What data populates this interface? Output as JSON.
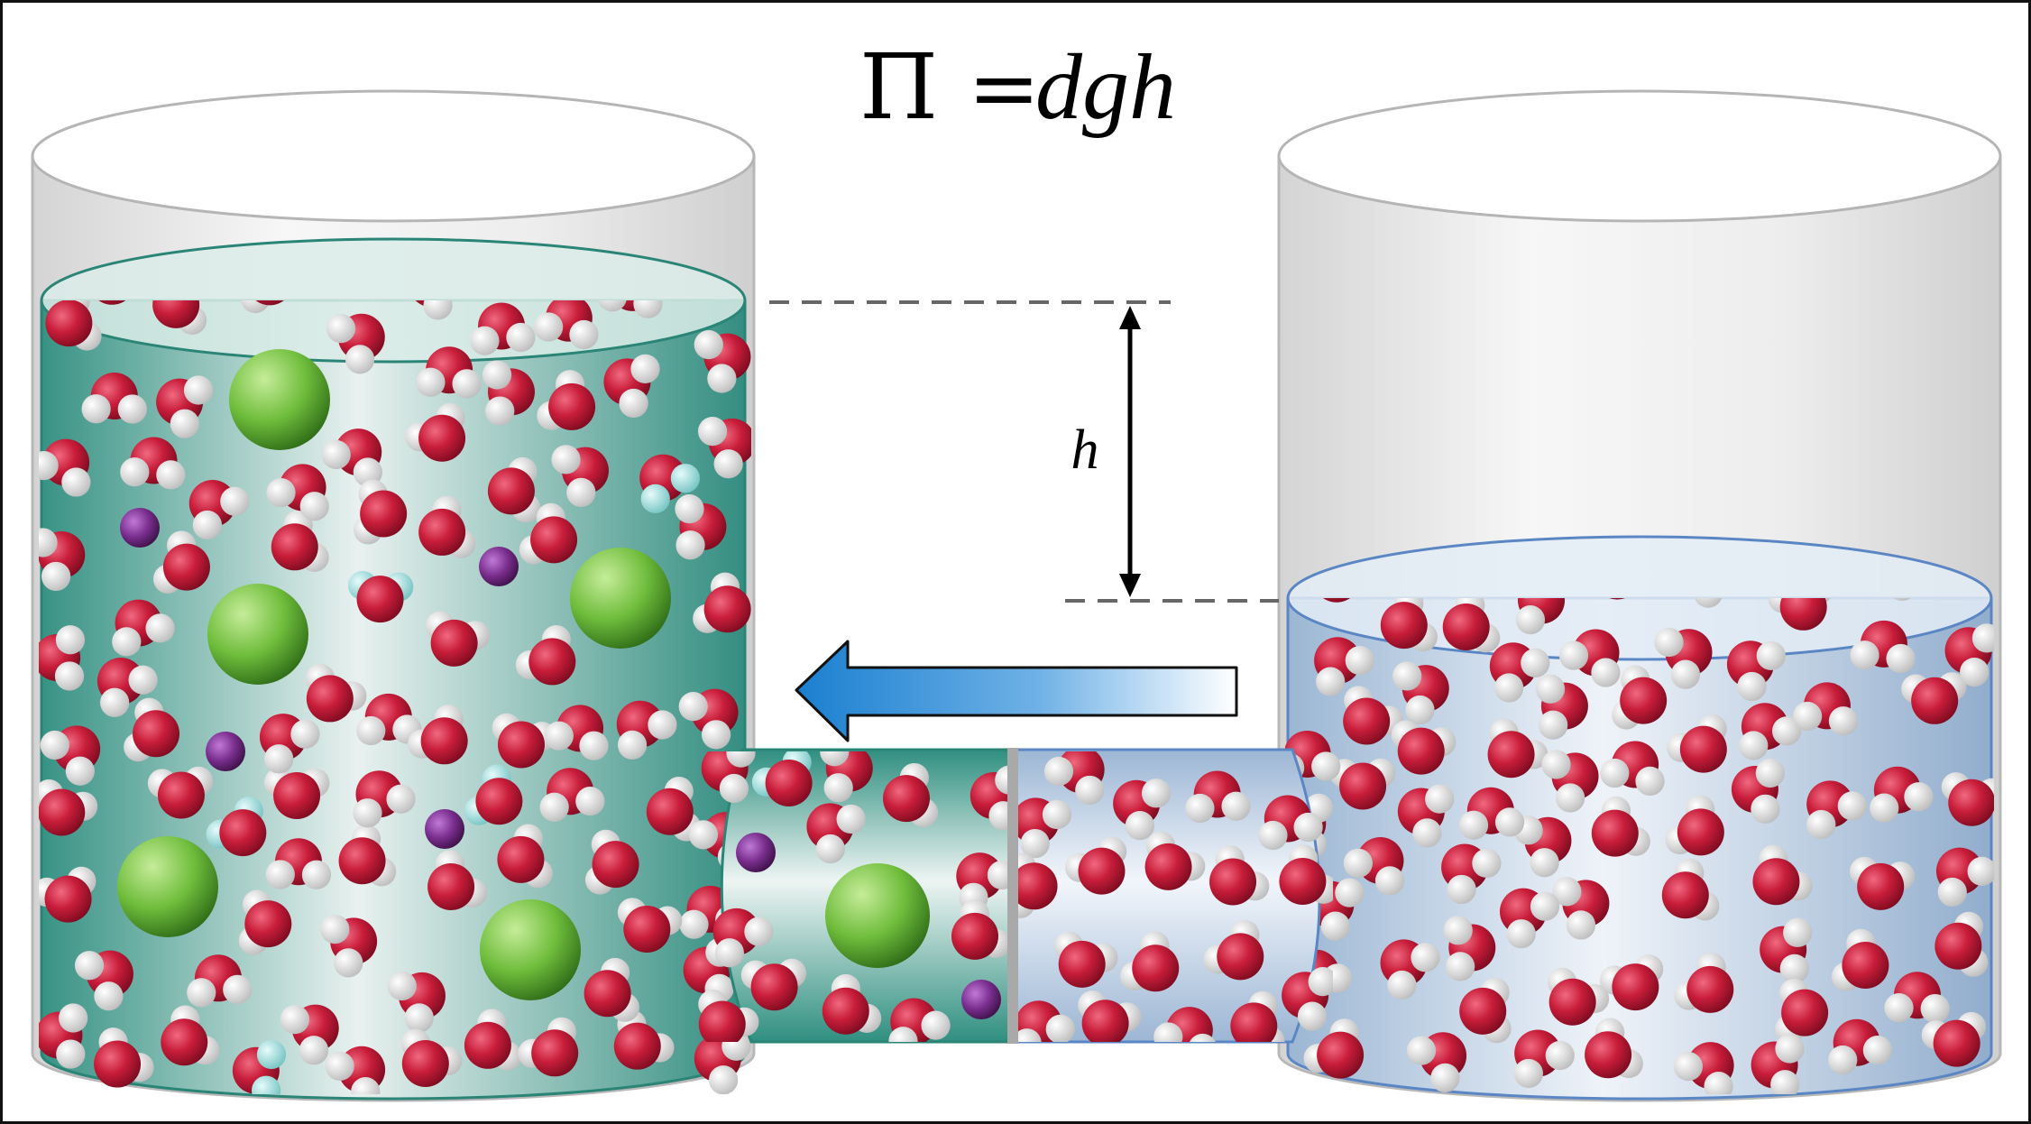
{
  "equation": {
    "pi": "Π",
    "equals": "=",
    "rhs": "dgh"
  },
  "height_label": "h",
  "colors": {
    "solution": "#2f9a88",
    "solvent": "#8eb2d6",
    "oxygen": "#c81d3a",
    "hydrogen": "#f2f2f2",
    "large_solute": "#6fbd3c",
    "small_solute": "#7a2e8e",
    "flow_arrow": "#1f86d6",
    "height_arrow": "#000000",
    "membrane": "#a9a9a9",
    "container": "#c9c9c9"
  },
  "icons": {
    "flow_arrow": "left-arrow-icon",
    "height_arrow": "double-headed-vertical-arrow-icon"
  }
}
